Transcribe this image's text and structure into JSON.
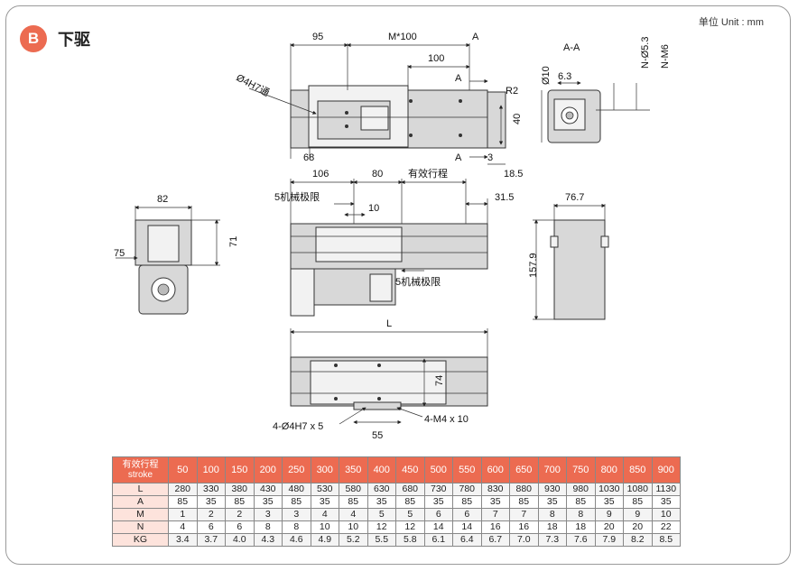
{
  "header": {
    "badge_letter": "B",
    "section_title": "下驱",
    "unit_note": "单位 Unit : mm"
  },
  "drawing": {
    "top_view": {
      "dim_95": "95",
      "dim_m100": "M*100",
      "dim_a_top": "A",
      "dim_100": "100",
      "dim_a_mid": "A",
      "hole_label": "Ø4H7通",
      "dim_r2": "R2",
      "dim_40": "40",
      "dim_68": "68",
      "dim_a_bottom": "A",
      "dim_3": "3",
      "dim_18_5": "18.5"
    },
    "section_view": {
      "title": "A-A",
      "dim_10": "Ø10",
      "dim_6_3": "6.3",
      "dim_n_5_3": "N-Ø5.3",
      "dim_n_m6": "N-M6"
    },
    "front_view": {
      "dim_106": "106",
      "dim_80": "80",
      "dim_stroke": "有效行程",
      "dim_31_5": "31.5",
      "limit_left": "5机械极限",
      "dim_10": "10",
      "limit_right": "5机械极限"
    },
    "left_view": {
      "dim_82": "82",
      "dim_75": "75",
      "dim_71": "71"
    },
    "right_view": {
      "dim_76_7": "76.7",
      "dim_157_9": "157.9"
    },
    "bottom_view": {
      "dim_l": "L",
      "dim_74": "74",
      "hole_label": "4-Ø4H7 x 5",
      "thread_label": "4-M4 x 10",
      "dim_55": "55"
    }
  },
  "spec_table": {
    "header_label_cn": "有效行程",
    "header_label_en": "stroke",
    "strokes": [
      "50",
      "100",
      "150",
      "200",
      "250",
      "300",
      "350",
      "400",
      "450",
      "500",
      "550",
      "600",
      "650",
      "700",
      "750",
      "800",
      "850",
      "900"
    ],
    "rows": [
      {
        "label": "L",
        "values": [
          "280",
          "330",
          "380",
          "430",
          "480",
          "530",
          "580",
          "630",
          "680",
          "730",
          "780",
          "830",
          "880",
          "930",
          "980",
          "1030",
          "1080",
          "1130"
        ]
      },
      {
        "label": "A",
        "values": [
          "85",
          "35",
          "85",
          "35",
          "85",
          "35",
          "85",
          "35",
          "85",
          "35",
          "85",
          "35",
          "85",
          "35",
          "85",
          "35",
          "85",
          "35"
        ]
      },
      {
        "label": "M",
        "values": [
          "1",
          "2",
          "2",
          "3",
          "3",
          "4",
          "4",
          "5",
          "5",
          "6",
          "6",
          "7",
          "7",
          "8",
          "8",
          "9",
          "9",
          "10"
        ]
      },
      {
        "label": "N",
        "values": [
          "4",
          "6",
          "6",
          "8",
          "8",
          "10",
          "10",
          "12",
          "12",
          "14",
          "14",
          "16",
          "16",
          "18",
          "18",
          "20",
          "20",
          "22"
        ]
      },
      {
        "label": "KG",
        "values": [
          "3.4",
          "3.7",
          "4.0",
          "4.3",
          "4.6",
          "4.9",
          "5.2",
          "5.5",
          "5.8",
          "6.1",
          "6.4",
          "6.7",
          "7.0",
          "7.3",
          "7.6",
          "7.9",
          "8.2",
          "8.5"
        ]
      }
    ],
    "colors": {
      "header_bg": "#ec6b51",
      "label_bg": "#fde3dc"
    }
  }
}
